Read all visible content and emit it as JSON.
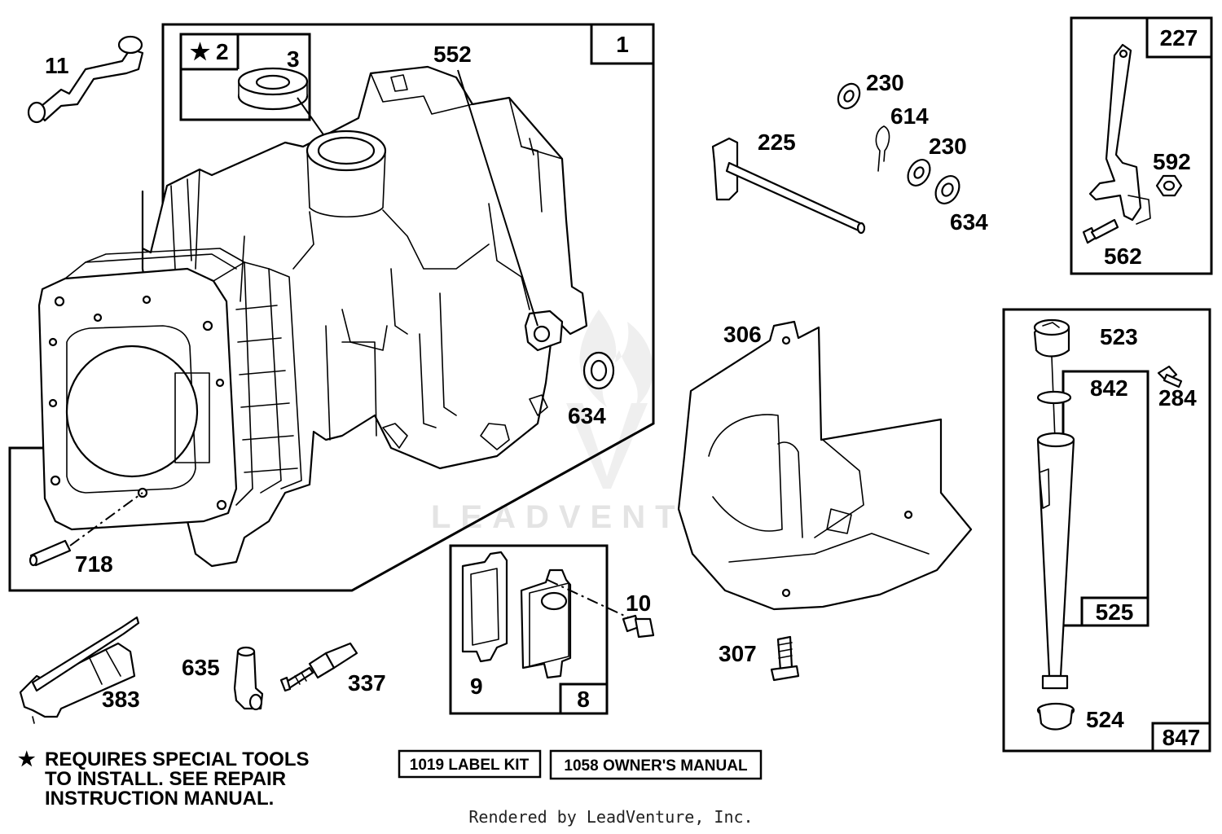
{
  "callouts": {
    "p11": "11",
    "p2": "2",
    "p3": "3",
    "p552": "552",
    "p1": "1",
    "p634a": "634",
    "p718": "718",
    "p230a": "230",
    "p614": "614",
    "p225": "225",
    "p230b": "230",
    "p634b": "634",
    "p227": "227",
    "p592": "592",
    "p562": "562",
    "p306": "306",
    "p307": "307",
    "p523": "523",
    "p842": "842",
    "p284": "284",
    "p525": "525",
    "p524": "524",
    "p847": "847",
    "p383": "383",
    "p635": "635",
    "p337": "337",
    "p10": "10",
    "p9": "9",
    "p8": "8"
  },
  "star_symbol": "★",
  "note": {
    "line1": "REQUIRES SPECIAL TOOLS",
    "line2": "TO INSTALL.  SEE REPAIR",
    "line3": "INSTRUCTION MANUAL."
  },
  "kits": {
    "label_kit": "1019 LABEL KIT",
    "owners_manual": "1058 OWNER'S MANUAL"
  },
  "watermark": "LEADVENTURE",
  "footer": "Rendered by LeadVenture, Inc."
}
